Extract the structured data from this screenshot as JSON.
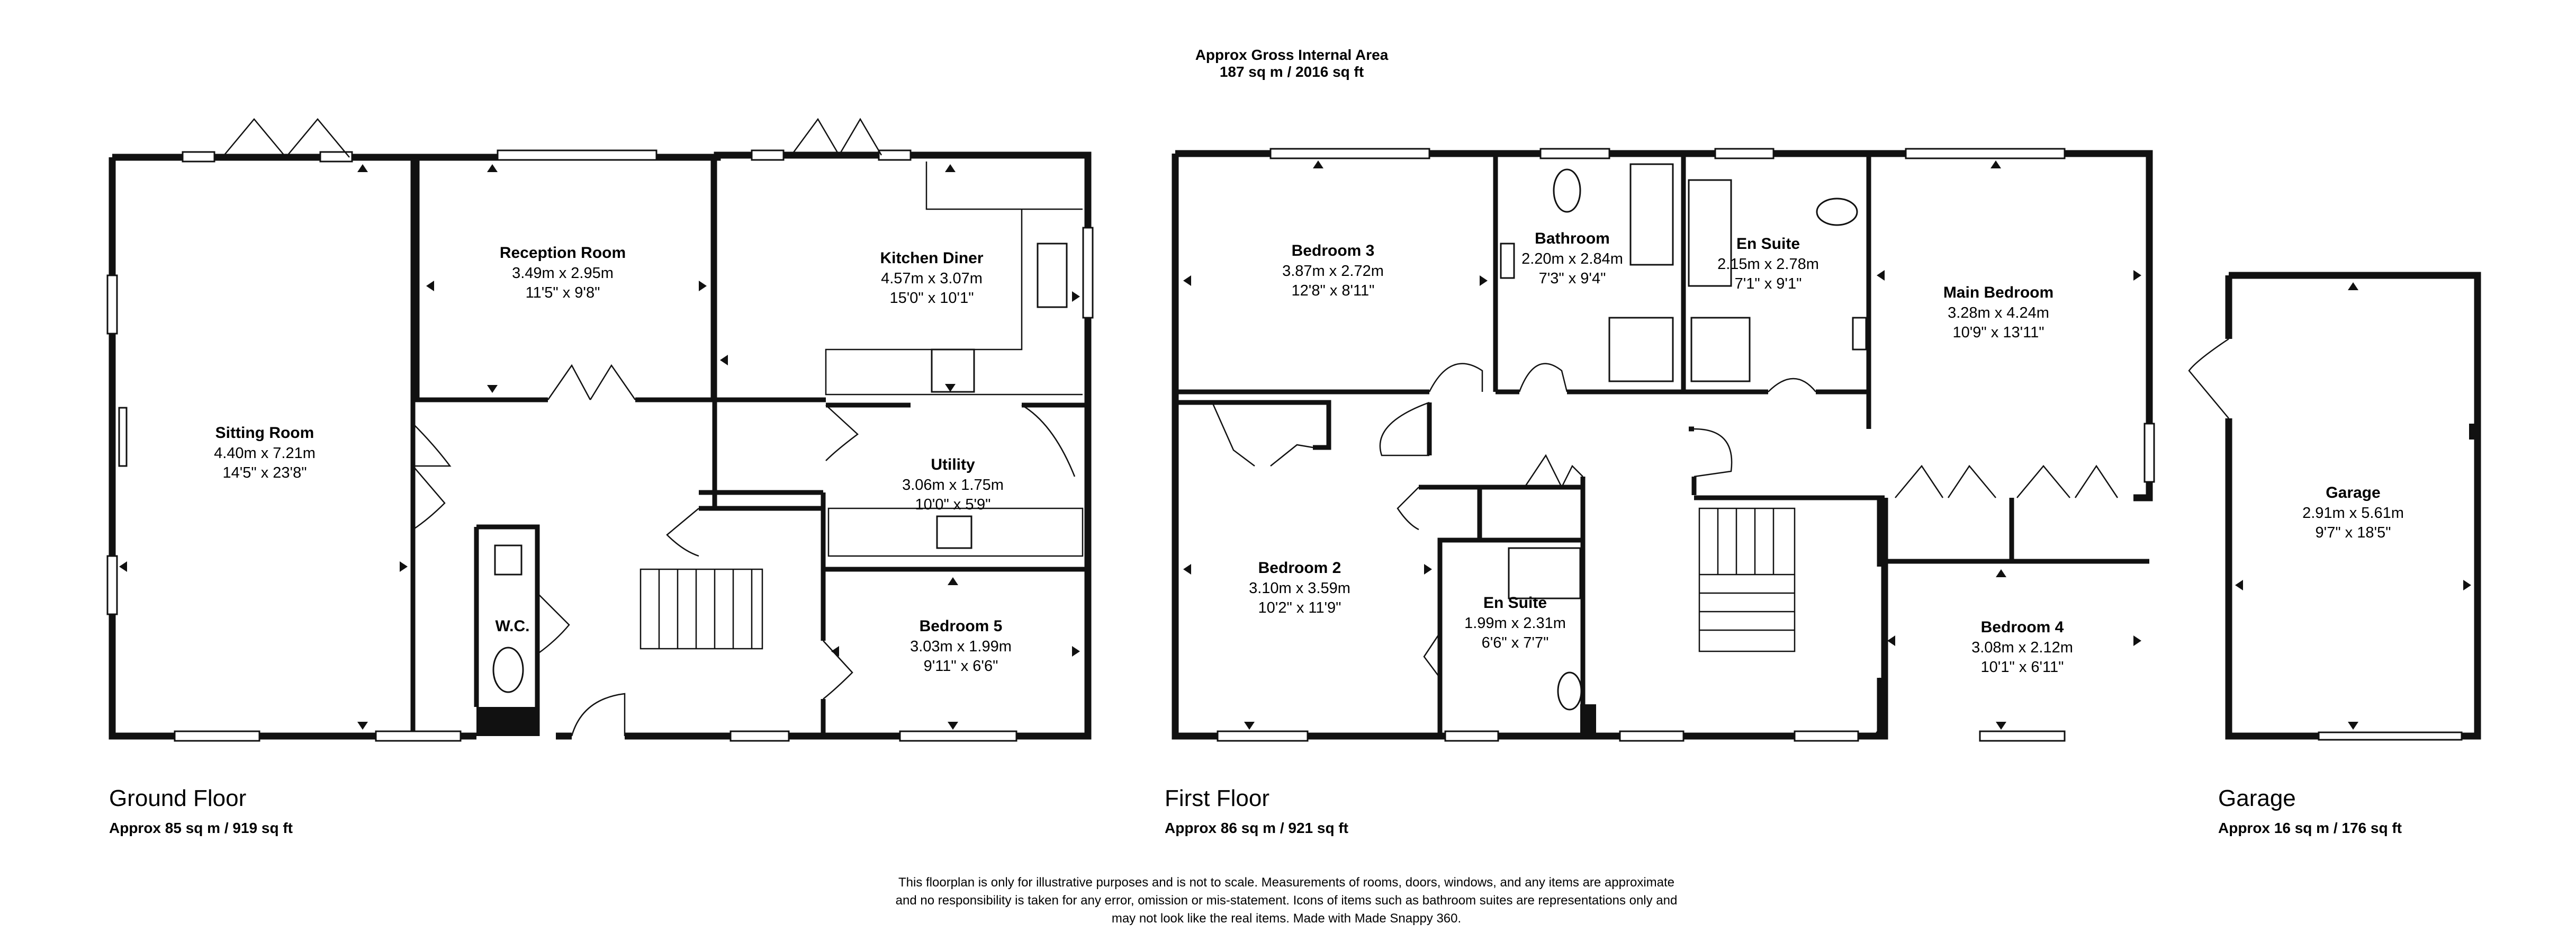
{
  "header": {
    "gia_title": "Approx Gross Internal Area",
    "gia_value": "187 sq m / 2016 sq ft"
  },
  "floors": [
    {
      "label": "Ground Floor",
      "area": "Approx 85 sq m / 919 sq ft",
      "rooms": [
        {
          "name": "Sitting Room",
          "metric": "4.40m x 7.21m",
          "imperial": "14'5\" x 23'8\""
        },
        {
          "name": "Reception Room",
          "metric": "3.49m x 2.95m",
          "imperial": "11'5\" x 9'8\""
        },
        {
          "name": "Kitchen Diner",
          "metric": "4.57m x 3.07m",
          "imperial": "15'0\" x 10'1\""
        },
        {
          "name": "Utility",
          "metric": "3.06m x 1.75m",
          "imperial": "10'0\" x 5'9\""
        },
        {
          "name": "Bedroom 5",
          "metric": "3.03m x 1.99m",
          "imperial": "9'11\" x 6'6\""
        },
        {
          "name": "W.C.",
          "metric": "",
          "imperial": ""
        }
      ]
    },
    {
      "label": "First Floor",
      "area": "Approx 86 sq m / 921 sq ft",
      "rooms": [
        {
          "name": "Bedroom 3",
          "metric": "3.87m x 2.72m",
          "imperial": "12'8\" x 8'11\""
        },
        {
          "name": "Bathroom",
          "metric": "2.20m x 2.84m",
          "imperial": "7'3\" x 9'4\""
        },
        {
          "name": "En Suite",
          "metric": "2.15m x 2.78m",
          "imperial": "7'1\" x 9'1\""
        },
        {
          "name": "Main Bedroom",
          "metric": "3.28m x 4.24m",
          "imperial": "10'9\" x 13'11\""
        },
        {
          "name": "Bedroom 2",
          "metric": "3.10m x 3.59m",
          "imperial": "10'2\" x 11'9\""
        },
        {
          "name": "En Suite",
          "metric": "1.99m x 2.31m",
          "imperial": "6'6\" x 7'7\""
        },
        {
          "name": "Bedroom 4",
          "metric": "3.08m x 2.12m",
          "imperial": "10'1\" x 6'11\""
        }
      ]
    },
    {
      "label": "Garage",
      "area": "Approx 16 sq m / 176 sq ft",
      "rooms": [
        {
          "name": "Garage",
          "metric": "2.91m x 5.61m",
          "imperial": "9'7\" x 18'5\""
        }
      ]
    }
  ],
  "disclaimer": [
    "This floorplan is only for illustrative purposes and is not to scale. Measurements of rooms, doors, windows, and any items are approximate",
    "and no responsibility is taken for any error, omission or mis-statement. Icons of items such as bathroom suites are representations only and",
    "may not look like the real items. Made with Made Snappy 360."
  ]
}
